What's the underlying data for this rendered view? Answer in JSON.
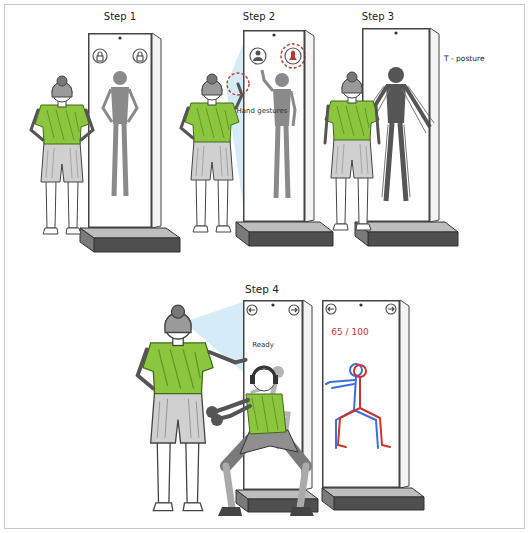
{
  "diagram": {
    "nodes": [
      {
        "text": [
          "Step 1"
        ]
      },
      {
        "text": [
          "Step 2"
        ]
      },
      {
        "text": [
          "Step 3",
          "T - posture"
        ]
      },
      {
        "text": [
          "Ready"
        ]
      },
      {
        "text": [
          "65 / 100"
        ]
      }
    ],
    "labels": [
      "Hand gestures",
      "Step 4"
    ]
  }
}
